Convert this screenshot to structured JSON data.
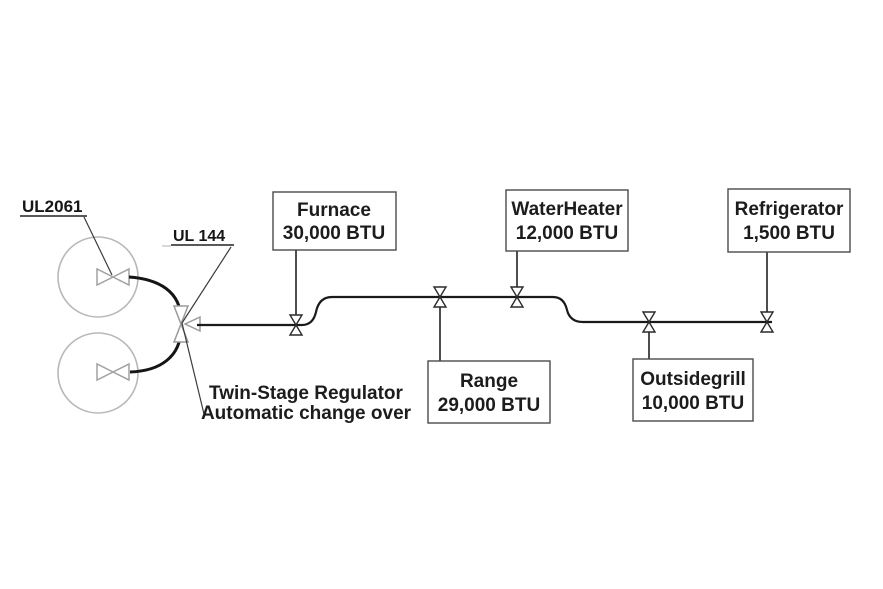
{
  "diagram_type": "lp-gas-piping-schematic",
  "colors": {
    "background": "#ffffff",
    "pipe": "#1a1a1a",
    "tank_outline": "#b8b8b8",
    "regulator_outline": "#9b9b9b",
    "box_border": "#4b4b4b"
  },
  "tanks": {
    "certification_label": "UL2061",
    "count": 2
  },
  "regulator": {
    "certification_label": "UL 144",
    "caption_line1": "Twin-Stage Regulator",
    "caption_line2": "Automatic change over"
  },
  "appliances": [
    {
      "name": "Furnace",
      "btu": "30,000 BTU"
    },
    {
      "name": "Range",
      "btu": "29,000 BTU"
    },
    {
      "name": "WaterHeater",
      "btu": "12,000 BTU"
    },
    {
      "name": "Outsidegrill",
      "btu": "10,000 BTU"
    },
    {
      "name": "Refrigerator",
      "btu": "1,500 BTU"
    }
  ]
}
